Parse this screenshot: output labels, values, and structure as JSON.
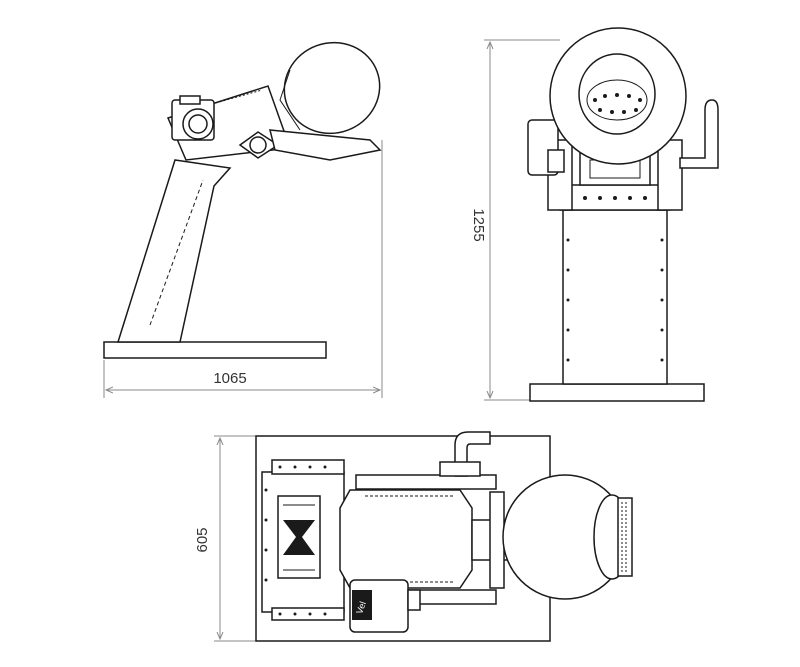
{
  "dimensions": {
    "width_side": "1065",
    "height_front": "1255",
    "depth_top": "605"
  },
  "motor_label": "Vel",
  "colors": {
    "line": "#1a1a1a",
    "dimension": "#8a8a8a",
    "text": "#333333",
    "background": "#ffffff"
  }
}
